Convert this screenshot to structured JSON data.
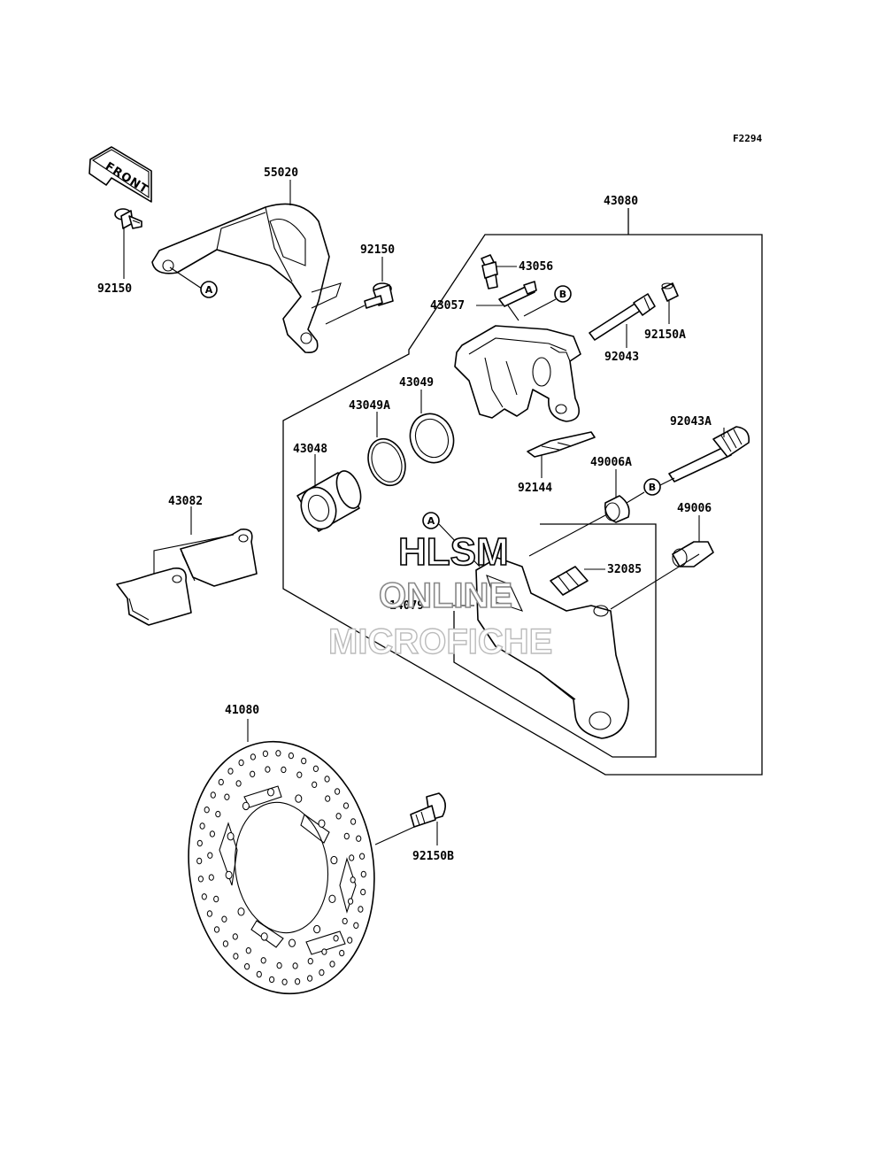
{
  "figure_code": "F2294",
  "front_arrow_text": "FRONT",
  "ref_markers": {
    "a": "A",
    "b": "B"
  },
  "watermark": {
    "line1": "HLSM",
    "line2": "ONLINE",
    "line3": "MICROFICHE"
  },
  "parts": {
    "bracket": "55020",
    "caliper_assy": "43080",
    "bleeder_valve": "43056",
    "caliper_plate": "43057",
    "pin_pad": "92043",
    "cap_pin": "92150A",
    "piston_seal_dust": "43049",
    "piston_seal": "43049A",
    "piston": "43048",
    "spring_pad": "92144",
    "pin_bracket": "92043A",
    "boot_a": "49006A",
    "boot": "49006",
    "shim": "32085",
    "holder": "14079",
    "pad_assy": "43082",
    "disc": "41080",
    "bolt_disc": "92150B",
    "bolt_bracket_left": "92150",
    "bolt_bracket_right": "92150"
  }
}
